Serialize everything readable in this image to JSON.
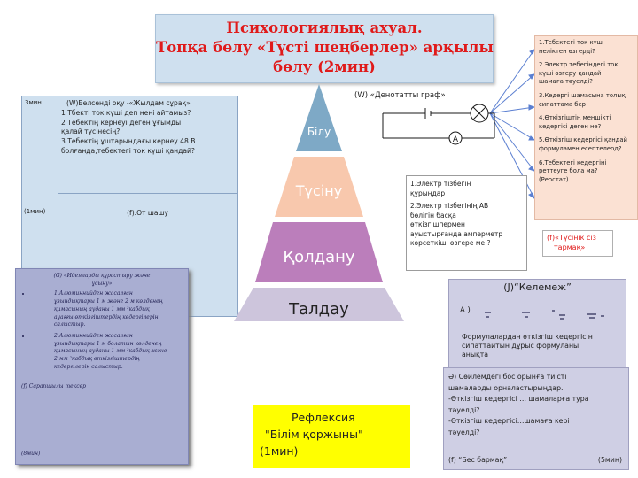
{
  "title": {
    "line1": "Психологиялық ахуал.",
    "line2": "Топқа бөлу «Түсті шеңберлер» арқылы",
    "line3": "бөлу  (2мин)"
  },
  "table": {
    "time_top": "3мин",
    "time_mid": "(1мин)",
    "task_w_lines": [
      "(W)Белсенді оқу -«Жылдам сұрақ»",
      "1 Тбекті ток күші деп нені айтамыз?",
      "2 Тебектің кернеуі деген ұғымды",
      "қалай түсінесің?",
      "3 Тебектің ұштарындағы кернеу 48 В",
      "болғанда,тебектегі ток күші қандай?"
    ],
    "task_f": "(f).От шашу"
  },
  "pyramid": {
    "levels": [
      "Білу",
      "Түсіну",
      "Қолдану",
      "Талдау"
    ],
    "colors": [
      "#7ea9c6",
      "#f8c8ad",
      "#bb7ebb",
      "#cdc5dc"
    ],
    "text_colors": [
      "#ffffff",
      "#ffffff",
      "#ffffff",
      "#222222"
    ]
  },
  "ideas": {
    "header_line1": "(G) «Идеяларды құрастыру және",
    "header_line2": "ұсыну»",
    "items": [
      [
        "1.Алюминнийден жасалған",
        "ұзындықтары 1 м және 2 м көлденең",
        "қимасының ауданы 1 мм ²кабдық",
        "ауағғы өткізгіштердің кедергілерін",
        "салыстыр."
      ],
      [
        "2.Алюминнийден жасалған",
        "ұзындықтары 1 м болатын көлденең",
        "қимасының ауданы 1 мм ²кабдық және",
        "2 мм ²кабдық өткізгіштердің",
        "кедергілерін салыстыр."
      ]
    ],
    "check": "(f) Сарапшылы тексер",
    "time": "(8мин)"
  },
  "circuit": {
    "label": "(W)  «Денотатты граф»",
    "ammeter": "A"
  },
  "questions": {
    "q1_line1": "1.Электр тізбегін",
    "q1_line2": "құрыңдар",
    "q2_lines": [
      "2.Электр тізбегінің АВ",
      "бөлігін басқа",
      "өткізгішпермен",
      "ауыстырғанда амперметр",
      "көрсеткіші өзгере ме ?"
    ]
  },
  "right_list": {
    "items": [
      [
        "1.Тебектегі ток күші",
        "неліктен өзгерді?"
      ],
      [
        "2.Электр тебегіндегі ток",
        "күші өзгеру қандай",
        "шамаға тәуелді?"
      ],
      [
        "3.Кедергі шамасына толық",
        "сипаттама бер"
      ],
      [
        "4.Өткізгіштің меншікті",
        "кедергісі деген не?"
      ],
      [
        "5.Өткізгіш кедергісі қандай",
        "формуламен есептелеод?"
      ],
      [
        "6.Тебектегі кедергіні",
        "реттеуге бола ма?",
        "(Реостат)"
      ]
    ]
  },
  "tusinik": {
    "line1": "(f)«Түсінік сіз",
    "line2": "тармақ»"
  },
  "kelemezh": {
    "header": "(J)“Келемеж”",
    "a_label": "А )",
    "formula_lines": [
      "Формулалардан өткізгіш кедергісін",
      "сипаттайтын дұрыс формуланы",
      "анықта"
    ]
  },
  "fill_blank": {
    "lines": [
      "Ә)  Сөйлемдегі бос орынға тиісті",
      "шамаларды орналастырыңдар.",
      "-Өткізгіш кедергісі … шамаларға тура",
      "тәуелді?",
      " -Өткізгіш кедергісі…шамаға кері",
      "тәуелді?"
    ],
    "footer_left": "(f) “Бес бармақ”",
    "footer_right": "(5мин)"
  },
  "reflection": {
    "line1": "Рефлексия",
    "line2": "\"Білім қоржыны\"",
    "line3": "(1мин)"
  },
  "colors": {
    "title_text": "#e01a1a",
    "title_bg": "#cfe0ef",
    "reflection_bg": "#ffff00",
    "arrow": "#5b7fd1"
  }
}
